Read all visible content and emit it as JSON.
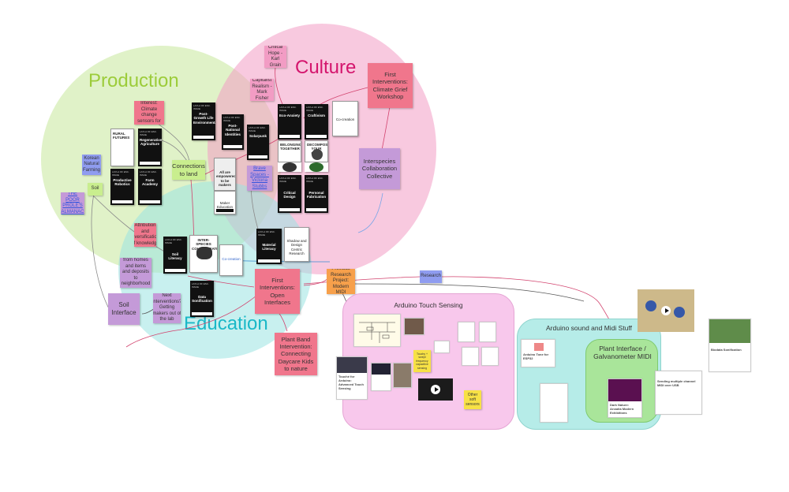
{
  "regions": {
    "production": "Production",
    "culture": "Culture",
    "education": "Education"
  },
  "stickies": {
    "research_interest": "Research Interest: Climate change sensors for farmers",
    "korean_farming": "Korean Natural Farming",
    "soil_small": "Soil",
    "poor_proles": "THE POOR PROLE'S ALMANAC",
    "connections_land": "Connections to land",
    "all_empowered": "All are empowered to be makers",
    "critical_hope": "Critical Hope - Karl Grain",
    "capitalist_realism": "Capitalist Realism - Mark Fisher",
    "brave_spaces": "Brave Spaces - Victoria Stubbs",
    "first_interventions_climate": "First Interventions: Climate Grief Workshop",
    "interspecies": "Interspecies Collaboration Collective",
    "attribution": "Attribution and diversification of knowledge",
    "connecting_accessories": "Connecting accessories from homes and items and deposits to neighborhood makers / technology",
    "next_interventions": "Next Interventions? Getting makers out of the lab",
    "soil_interface": "Soil Interface",
    "first_interventions_open": "First Interventions: Open Interfaces",
    "plant_band": "Plant Band Intervention: Connecting Daycare Kids to nature",
    "previous_research": "Previous Research Project: Modern MIDI",
    "research": "Research",
    "other_soft_sensors": "Other soft sensors",
    "touchy_sensing": "Touchy + swept frequency capacitive sensing"
  },
  "cards": {
    "rural_futures": "RURAL FUTURES",
    "regenerative_agriculture": "Regenerative Agriculture",
    "productive_robotics": "Productive Robotics",
    "farm_academy": "Farm Academy",
    "post_growth": "Post-Growth Life Environmentalism",
    "post_national_identities": "Post-National Identities",
    "solarpunk": "Solarpunk",
    "eco_anxiety": "Eco-Anxiety",
    "craftivism": "Craftivism",
    "co_creation": "Co-creation",
    "belonging": "BELONGING TOGETHER",
    "decompose": "DECOMPOSE YOUR BODY",
    "critical_design": "Critical Design",
    "personal_fabrication": "Personal Fabrication",
    "maker_education": "Maker Education",
    "soil_literacy": "Soil Literacy",
    "interspecies_collab": "INTER-SPECIES COLLABORATION",
    "co_creation_edu": "Co-creation",
    "material_literacy": "Material Literacy",
    "shadow_design": "Shadow and Design Centric Research",
    "data_sonification": "Data Sonification"
  },
  "zones": {
    "touch_sensing": "Arduino Touch Sensing",
    "sound_midi": "Arduino sound and Midi Stuff",
    "plant_interface": "Plant Interface / Galvanometer MIDI"
  },
  "docs": {
    "touche_doc": "Touché for Arduino: Advanced Touch Sensing",
    "arduino_tone": "Arduino Tone for ESP32",
    "sending_midi": "Sending multiple channel MIDI over USB",
    "biodata": "Biodata Sonification",
    "dark_nature": "Dark Nature: Arcadia Modern Exhibitions"
  },
  "colors": {
    "production": "#c6e79a",
    "culture": "#f29cc4",
    "education": "#9be3e2",
    "pink_sticky": "#f0768c",
    "purple_sticky": "#c49ad8",
    "green_sticky": "#c9ee8e",
    "orange_sticky": "#f7a04b",
    "yellow_sticky": "#f7e146",
    "blue_sticky": "#8f9cf0",
    "zone_pink": "#f8c8ec",
    "zone_teal": "#b6ece8",
    "zone_green": "#a9e59a"
  },
  "icons": [
    "play-icon"
  ]
}
